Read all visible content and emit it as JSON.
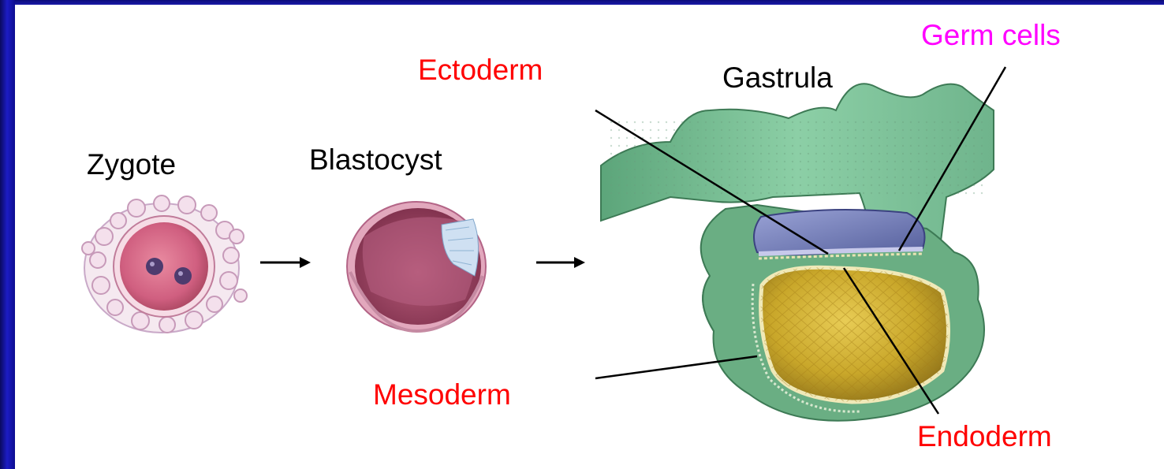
{
  "stages": {
    "zygote": "Zygote",
    "blastocyst": "Blastocyst",
    "gastrula": "Gastrula"
  },
  "layers": {
    "ectoderm": "Ectoderm",
    "mesoderm": "Mesoderm",
    "endoderm": "Endoderm",
    "germ_cells": "Germ cells"
  },
  "colors": {
    "frame_blue": "#1414b0",
    "layer_label_red": "#ff0000",
    "germ_cells_magenta": "#ff00ff",
    "stage_label_black": "#000000",
    "gastrula_green": "#8ccfa6",
    "yolk_gold": "#c9a72a",
    "ectoderm_purple": "#7a80b8",
    "zygote_pink": "#d86a8a"
  }
}
